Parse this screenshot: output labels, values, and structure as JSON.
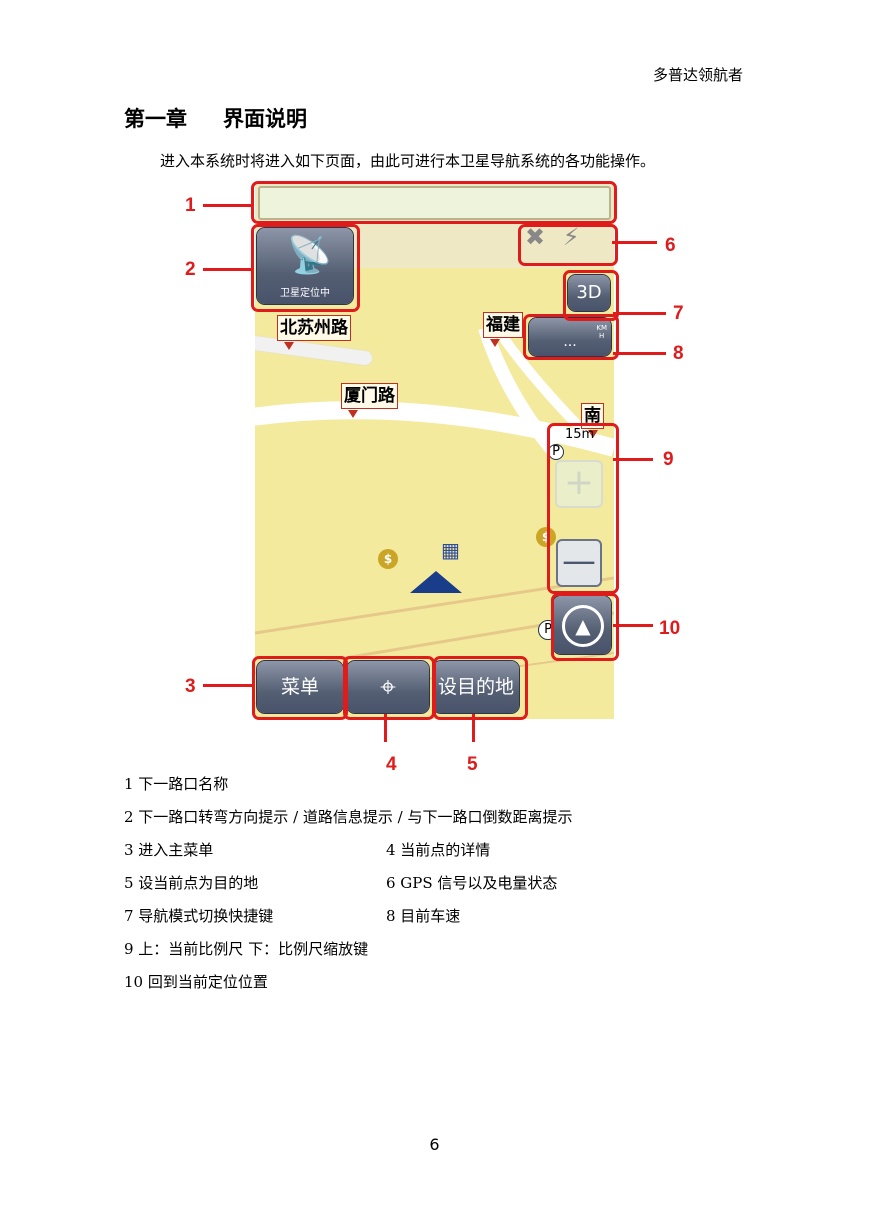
{
  "header": {
    "brand": "多普达领航者"
  },
  "chapter": {
    "number": "第一章",
    "title": "界面说明"
  },
  "intro": "进入本系统时将进入如下页面，由此可进行本卫星导航系统的各功能操作。",
  "screen": {
    "satellite_label": "卫星定位中",
    "mode_3d": "3D",
    "speed_value": "...",
    "speed_unit_top": "KM",
    "speed_unit_bottom": "H",
    "roads": {
      "r1": "北苏州路",
      "r2": "福建",
      "r3": "厦门路",
      "r4": "南"
    },
    "scale": "15m",
    "zoom_in": "+",
    "zoom_out": "—",
    "menu": "菜单",
    "set_destination": "设目的地",
    "currency": "$",
    "parking": "P"
  },
  "callouts": [
    "1",
    "2",
    "3",
    "4",
    "5",
    "6",
    "7",
    "8",
    "9",
    "10"
  ],
  "legend": [
    {
      "left": "1   下一路口名称",
      "right": ""
    },
    {
      "left": "2   下一路口转弯方向提示 / 道路信息提示 / 与下一路口倒数距离提示",
      "right": ""
    },
    {
      "left": "3   进入主菜单",
      "right": "4   当前点的详情"
    },
    {
      "left": "5   设当前点为目的地",
      "right": "6   GPS 信号以及电量状态"
    },
    {
      "left": "7   导航模式切换快捷键",
      "right": "8   目前车速"
    },
    {
      "left": "9 上：当前比例尺     下：比例尺缩放键",
      "right": ""
    },
    {
      "left": "10 回到当前定位位置",
      "right": ""
    }
  ],
  "page_number": "6"
}
